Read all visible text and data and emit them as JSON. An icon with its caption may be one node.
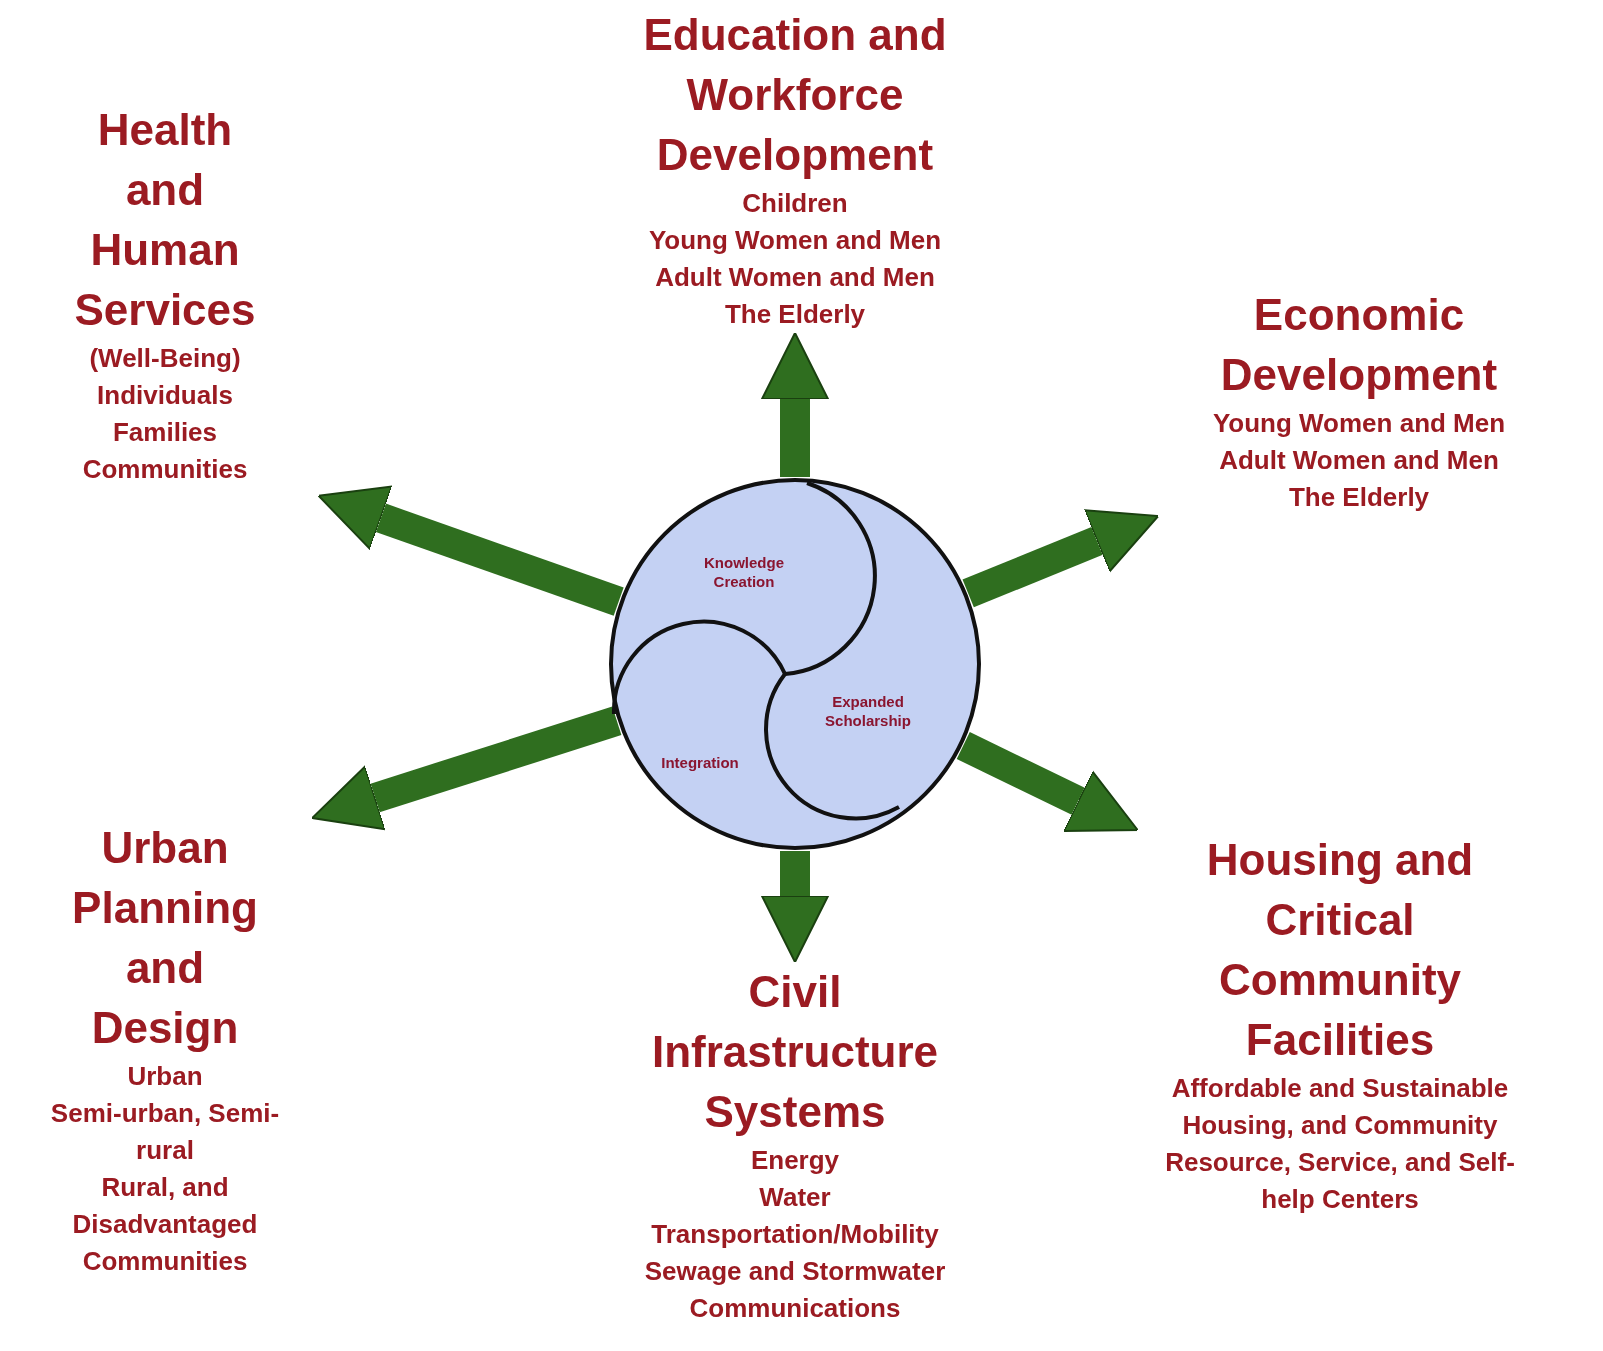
{
  "diagram": {
    "nodes": [
      {
        "text": [
          "Education and Workforce Development",
          "Children",
          "Young Women and Men",
          "Adult Women and Men",
          "The Elderly"
        ]
      },
      {
        "text": [
          "Health and Human Services",
          "(Well-Being)",
          "Individuals",
          "Families",
          "Communities"
        ]
      },
      {
        "text": [
          "Economic Development",
          "Young Women and Men",
          "Adult Women and Men",
          "The Elderly"
        ]
      },
      {
        "text": [],
        "shape": "circle"
      },
      {
        "text": [
          "Knowledge Creation"
        ],
        "in": 3
      },
      {
        "text": [
          "Expanded Scholarship"
        ],
        "in": 3
      },
      {
        "text": [
          "Integration"
        ],
        "in": 3
      },
      {
        "text": [
          "Urban Planning and Design",
          "Urban",
          "Semi-urban, Semi-rural",
          "Rural, and Disadvantaged Communities"
        ]
      },
      {
        "text": [
          "Housing and Critical Community Facilities",
          "Affordable and Sustainable Housing, and Community Resource, Service, and Self-help Centers"
        ]
      },
      {
        "text": [
          "Civil Infrastructure Systems",
          "Energy",
          "Water",
          "Transportation/Mobility",
          "Sewage and Stormwater",
          "Communications"
        ]
      }
    ],
    "edges": [
      {
        "from": 3,
        "to": 0,
        "arrow": "to"
      },
      {
        "from": 3,
        "to": 1,
        "arrow": "to"
      },
      {
        "from": 3,
        "to": 2,
        "arrow": "to"
      },
      {
        "from": 3,
        "to": 7,
        "arrow": "to"
      },
      {
        "from": 3,
        "to": 8,
        "arrow": "to"
      },
      {
        "from": 3,
        "to": 9,
        "arrow": "to"
      }
    ]
  }
}
